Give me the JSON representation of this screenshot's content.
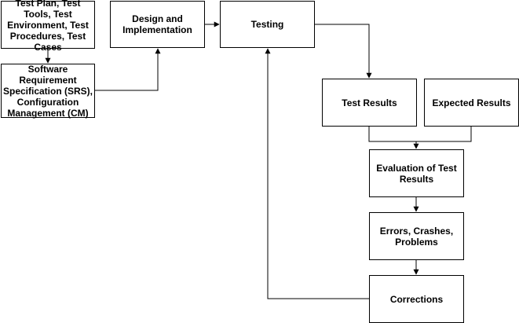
{
  "diagram": {
    "line_color": "#000000",
    "node_border_color": "#000000",
    "node_fill_color": "#ffffff",
    "nodes": {
      "test_plan": "Test Plan, Test Tools, Test Environment, Test Procedures, Test Cases",
      "srs": "Software Requirement Specification (SRS), Configuration Management (CM)",
      "design": "Design and Implementation",
      "testing": "Testing",
      "test_results": "Test Results",
      "expected_results": "Expected Results",
      "evaluation": "Evaluation of Test Results",
      "errors": "Errors, Crashes, Problems",
      "corrections": "Corrections"
    },
    "edges": [
      {
        "from": "test_plan",
        "to": "srs"
      },
      {
        "from": "srs",
        "to": "design"
      },
      {
        "from": "design",
        "to": "testing"
      },
      {
        "from": "testing",
        "to": "test_results"
      },
      {
        "from": "test_results",
        "to": "evaluation"
      },
      {
        "from": "expected_results",
        "to": "evaluation"
      },
      {
        "from": "evaluation",
        "to": "errors"
      },
      {
        "from": "errors",
        "to": "corrections"
      },
      {
        "from": "corrections",
        "to": "testing"
      }
    ]
  }
}
